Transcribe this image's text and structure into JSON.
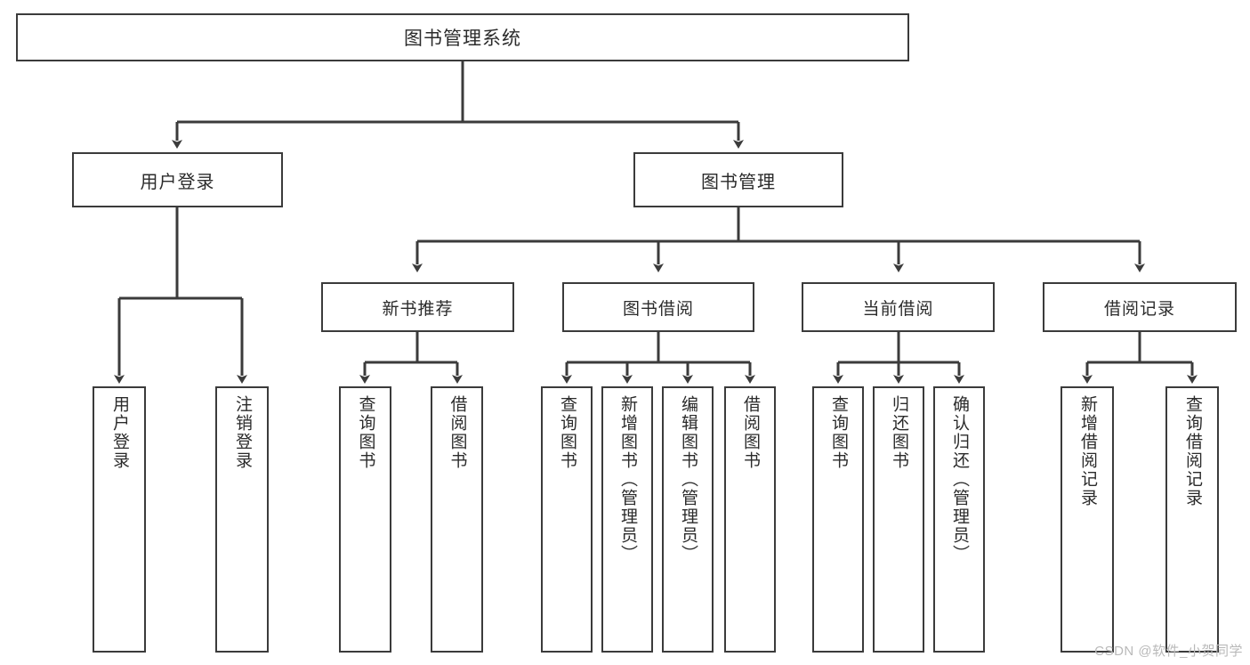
{
  "diagram": {
    "title": "图书管理系统",
    "type": "功能结构图",
    "root": {
      "label": "图书管理系统"
    },
    "level1": [
      {
        "label": "用户登录"
      },
      {
        "label": "图书管理"
      }
    ],
    "level2": [
      {
        "label": "新书推荐"
      },
      {
        "label": "图书借阅"
      },
      {
        "label": "当前借阅"
      },
      {
        "label": "借阅记录"
      }
    ],
    "leaves": {
      "user_login": [
        {
          "label": "用户登录"
        },
        {
          "label": "注销登录"
        }
      ],
      "new_book_recommend": [
        {
          "label": "查询图书"
        },
        {
          "label": "借阅图书"
        }
      ],
      "book_borrow": [
        {
          "label": "查询图书"
        },
        {
          "label": "新增图书（管理员）"
        },
        {
          "label": "编辑图书（管理员）"
        },
        {
          "label": "借阅图书"
        }
      ],
      "current_borrow": [
        {
          "label": "查询图书"
        },
        {
          "label": "归还图书"
        },
        {
          "label": "确认归还（管理员）"
        }
      ],
      "borrow_record": [
        {
          "label": "新增借阅记录"
        },
        {
          "label": "查询借阅记录"
        }
      ]
    }
  },
  "watermark": {
    "text": "CSDN @软件_小贺同学"
  },
  "colors": {
    "stroke": "#3b3b3b",
    "box_fill": "#ffffff",
    "text": "#2b2b2b",
    "watermark": "#b9b9b9",
    "background": "#ffffff"
  }
}
